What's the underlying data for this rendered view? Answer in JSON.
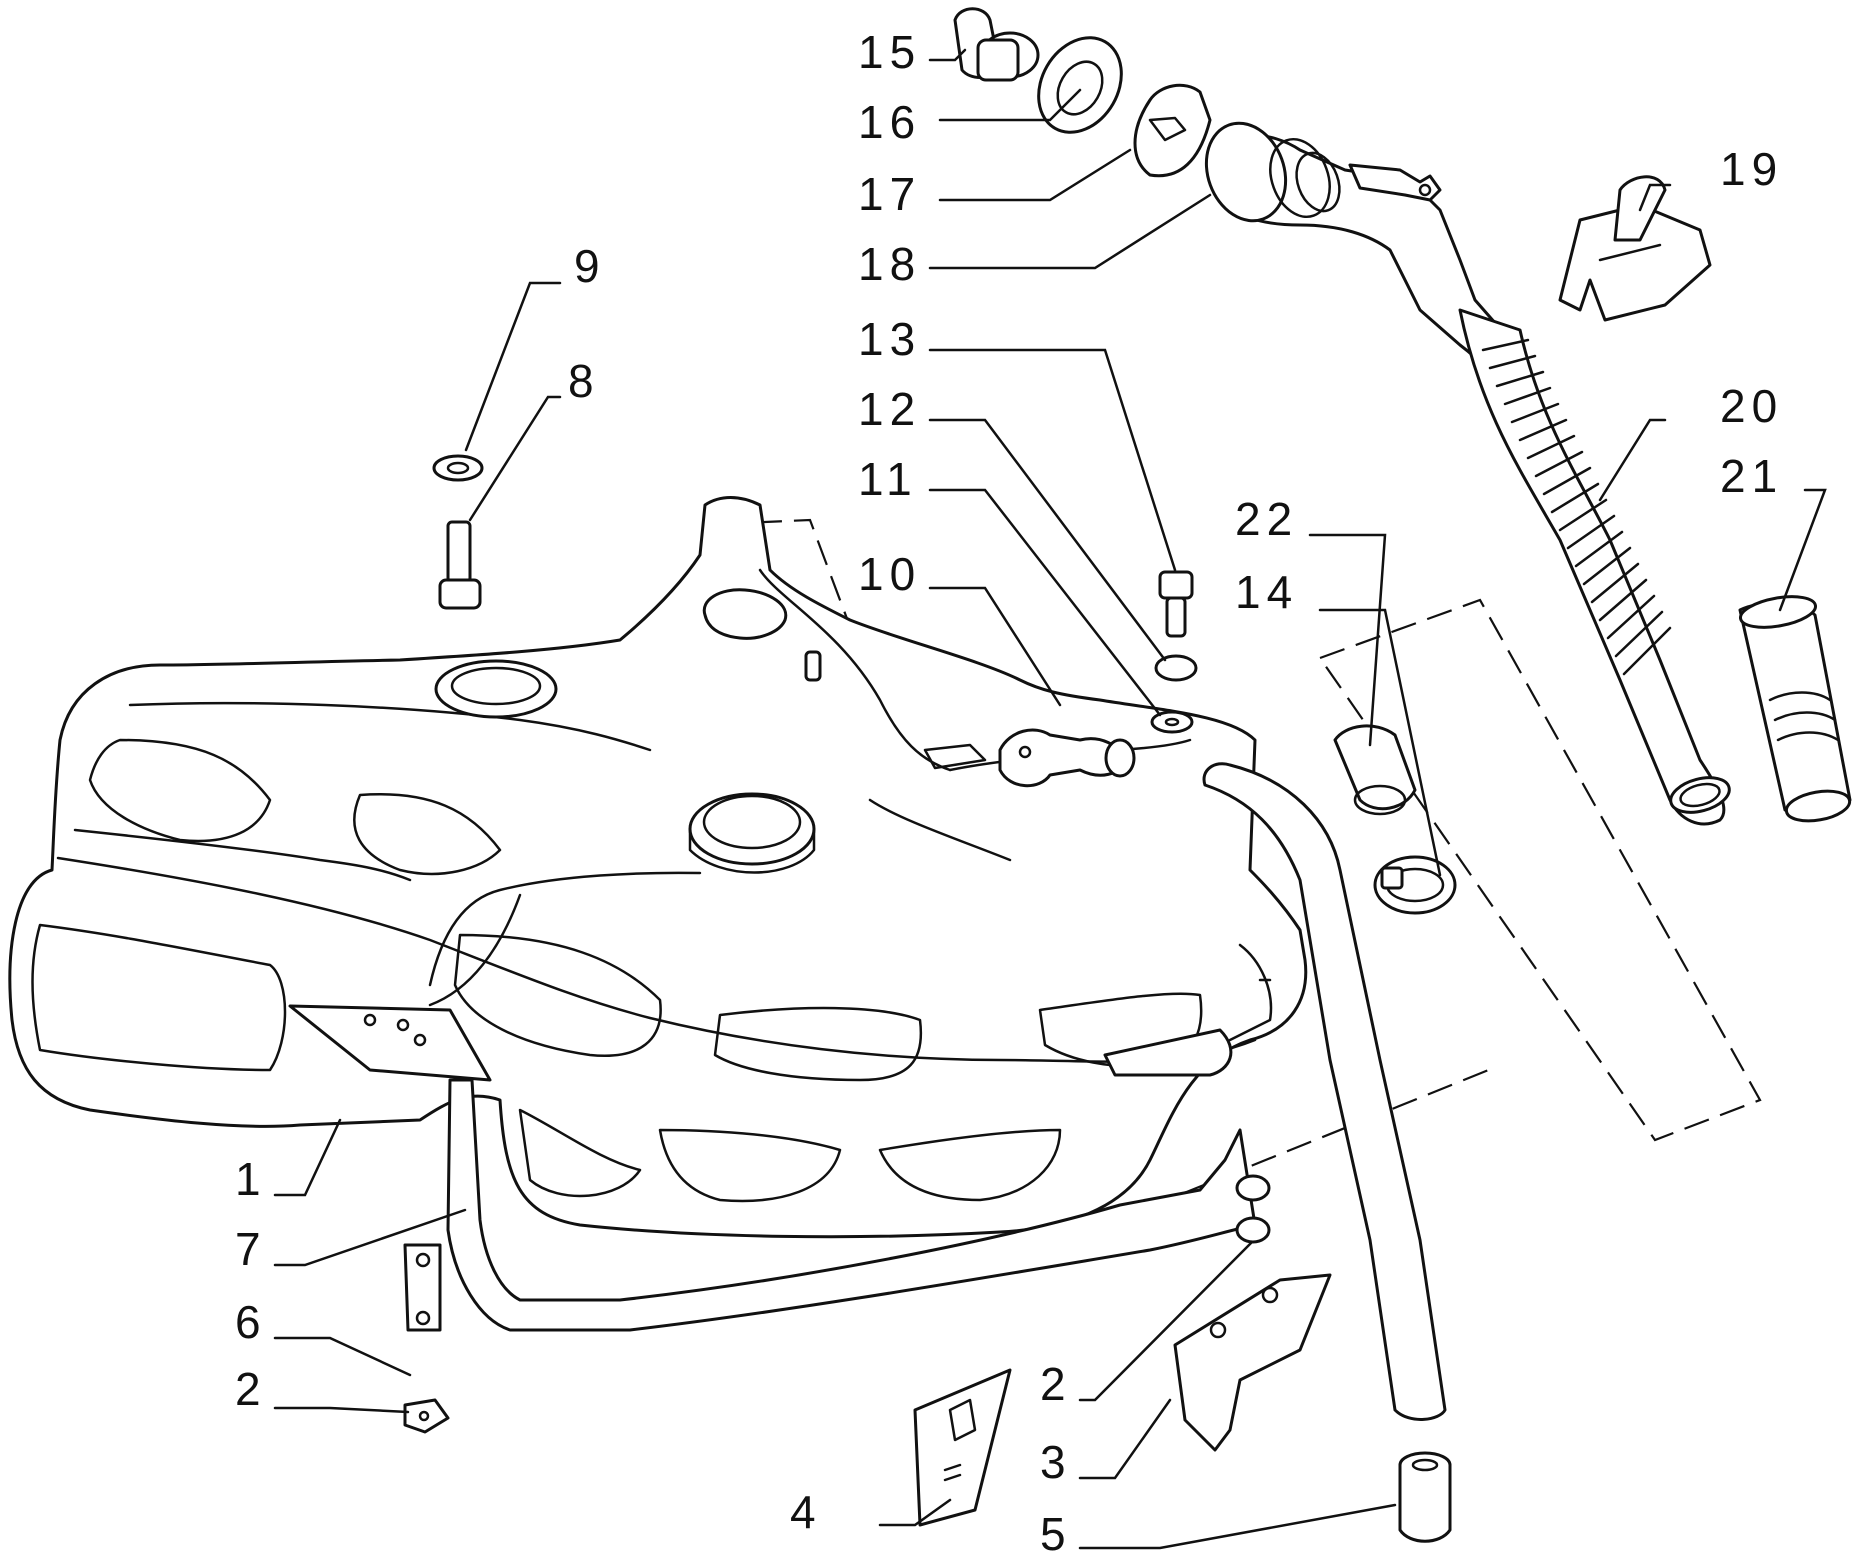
{
  "callouts": {
    "c1": "1",
    "c2a": "2",
    "c2b": "2",
    "c3": "3",
    "c4": "4",
    "c5": "5",
    "c6": "6",
    "c7": "7",
    "c8": "8",
    "c9": "9",
    "c10": "10",
    "c11": "11",
    "c12": "12",
    "c13": "13",
    "c14": "14",
    "c15": "15",
    "c16": "16",
    "c17": "17",
    "c18": "18",
    "c19": "19",
    "c20": "20",
    "c21": "21",
    "c22": "22"
  },
  "colors": {
    "line": "#111111",
    "background": "#ffffff"
  }
}
